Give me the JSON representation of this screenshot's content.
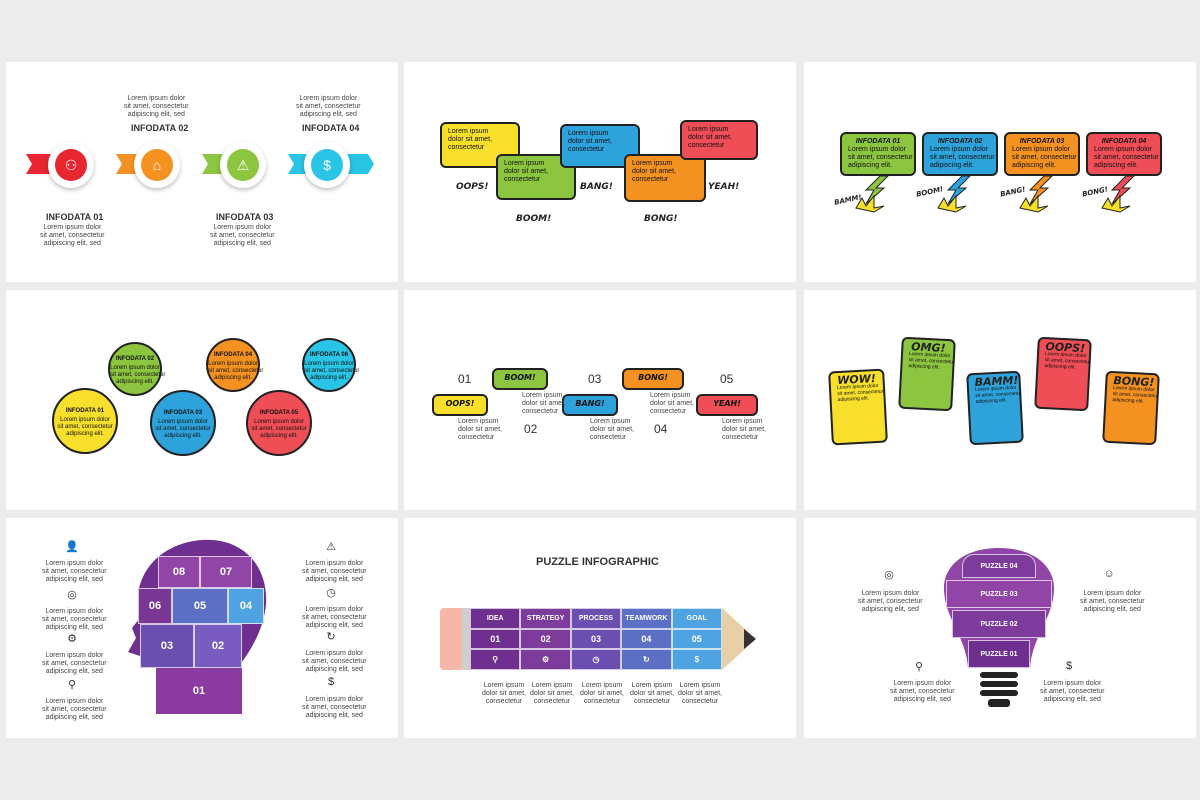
{
  "colors": {
    "red": "#e8262f",
    "orange": "#f39221",
    "green": "#8cc53f",
    "cyan": "#29c4e6",
    "yellow": "#f7df2c",
    "blue": "#2ea3db",
    "purple": "#6e2f8f",
    "violet": "#9146a7",
    "ink": "#222222"
  },
  "s1": {
    "items": [
      {
        "title": "INFODATA 01",
        "text": "Lorem ipsum dolor\nsit amet, consectetur\nadipiscing elit, sed",
        "icon": "lightbulb-icon"
      },
      {
        "title": "INFODATA 02",
        "text": "Lorem ipsum dolor\nsit amet, consectetur\nadipiscing elit, sed",
        "icon": "podium-icon"
      },
      {
        "title": "INFODATA 03",
        "text": "Lorem ipsum dolor\nsit amet, consectetur\nadipiscing elit, sed",
        "icon": "warning-icon"
      },
      {
        "title": "INFODATA 04",
        "text": "Lorem ipsum dolor\nsit amet, consectetur\nadipiscing elit, sed",
        "icon": "dollar-icon"
      }
    ]
  },
  "s2": {
    "bubbles": [
      "Lorem ipsum\ndolor sit amet,\nconsectetur",
      "Lorem ipsum\ndolor sit amet,\nconsectetur",
      "Lorem ipsum\ndolor sit amet,\nconsectetur",
      "Lorem ipsum\ndolor sit amet,\nconsectetur",
      "Lorem ipsum\ndolor sit amet,\nconsectetur"
    ],
    "words": [
      "OOPS!",
      "BOOM!",
      "BANG!",
      "BONG!",
      "YEAH!"
    ]
  },
  "s3": {
    "items": [
      {
        "title": "INFODATA 01",
        "text": "Lorem ipsum dolor\nsit amet, consectetur\nadipiscing elit.",
        "word": "BAMM!"
      },
      {
        "title": "INFODATA 02",
        "text": "Lorem ipsum dolor\nsit amet, consectetur\nadipiscing elit.",
        "word": "BOOM!"
      },
      {
        "title": "INFODATA 03",
        "text": "Lorem ipsum dolor\nsit amet, consectetur\nadipiscing elit.",
        "word": "BANG!"
      },
      {
        "title": "INFODATA 04",
        "text": "Lorem ipsum dolor\nsit amet, consectetur\nadipiscing elit.",
        "word": "BONG!"
      }
    ]
  },
  "s4": {
    "items": [
      {
        "title": "INFODATA 01",
        "text": "Lorem ipsum dolor\nsit amet, consectetur\nadipiscing elit."
      },
      {
        "title": "INFODATA 02",
        "text": "Lorem ipsum dolor\nsit amet, consectetur\nadipiscing elit."
      },
      {
        "title": "INFODATA 03",
        "text": "Lorem ipsum dolor\nsit amet, consectetur\nadipiscing elit."
      },
      {
        "title": "INFODATA 04",
        "text": "Lorem ipsum dolor\nsit amet, consectetur\nadipiscing elit."
      },
      {
        "title": "INFODATA 05",
        "text": "Lorem ipsum dolor\nsit amet, consectetur\nadipiscing elit."
      },
      {
        "title": "INFODATA 06",
        "text": "Lorem ipsum dolor\nsit amet, consectetur\nadipiscing elit."
      }
    ]
  },
  "s5": {
    "numbers": [
      "01",
      "02",
      "03",
      "04",
      "05"
    ],
    "words": [
      "OOPS!",
      "BOOM!",
      "BANG!",
      "BONG!",
      "YEAH!"
    ],
    "text": "Lorem ipsum\ndolor sit amet,\nconsectetur"
  },
  "s6": {
    "words": [
      "WOW!",
      "OMG!",
      "BAMM!",
      "OOPS!",
      "BONG!"
    ],
    "text": "Lorem ipsum dolor\nsit amet, consectetur\nadipiscing elit."
  },
  "s7": {
    "pieces": [
      "08",
      "07",
      "06",
      "05",
      "04",
      "03",
      "02",
      "01"
    ],
    "text": "Lorem ipsum dolor\nsit amet, consectetur\nadipiscing elit, sed",
    "left_icons": [
      "user-icon",
      "globe-icon",
      "gear-icon",
      "lightbulb-icon"
    ],
    "right_icons": [
      "warning-icon",
      "clock-icon",
      "refresh-icon",
      "dollar-icon"
    ]
  },
  "s8": {
    "title": "PUZZLE INFOGRAPHIC",
    "labels": [
      "IDEA",
      "STRATEGY",
      "PROCESS",
      "TEAMWORK",
      "GOAL"
    ],
    "numbers": [
      "01",
      "02",
      "03",
      "04",
      "05"
    ],
    "text": "Lorem ipsum\ndolor sit amet,\nconsectetur"
  },
  "s9": {
    "pieces": [
      "PUZZLE 04",
      "PUZZLE 03",
      "PUZZLE 02",
      "PUZZLE 01"
    ],
    "text": "Lorem ipsum dolor\nsit amet, consectetur\nadipiscing elit, sed"
  }
}
